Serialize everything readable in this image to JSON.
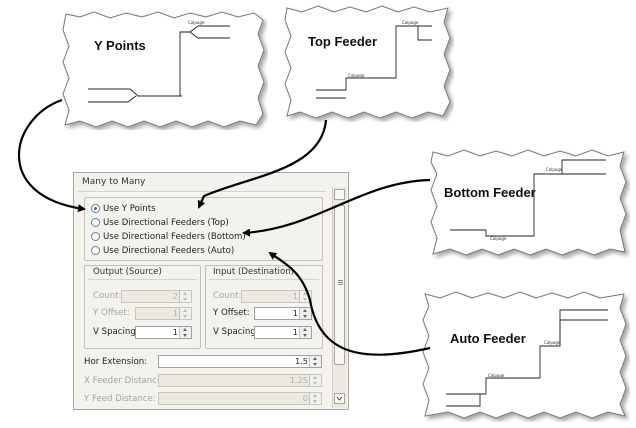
{
  "callouts": {
    "y_points": {
      "title": "Y Points",
      "caption": "Calpage"
    },
    "top_feeder": {
      "title": "Top Feeder",
      "caption_upper": "Calpage",
      "caption_lower": "Calpage"
    },
    "bottom_feeder": {
      "title": "Bottom Feeder",
      "caption_upper": "Calpage",
      "caption_lower": "Calpage"
    },
    "auto_feeder": {
      "title": "Auto Feeder",
      "caption_upper": "Calpage",
      "caption_lower": "Calpage"
    }
  },
  "panel": {
    "title": "Many to Many",
    "radios": [
      {
        "label": "Use Y Points",
        "checked": true
      },
      {
        "label": "Use Directional Feeders (Top)",
        "checked": false
      },
      {
        "label": "Use Directional Feeders (Bottom)",
        "checked": false
      },
      {
        "label": "Use Directional Feeders (Auto)",
        "checked": false
      }
    ],
    "output": {
      "title": "Output (Source)",
      "count_label": "Count:",
      "count_value": "2",
      "yoffset_label": "Y Offset:",
      "yoffset_value": "1",
      "vspacing_label": "V Spacing:",
      "vspacing_value": "1"
    },
    "input": {
      "title": "Input (Destination)",
      "count_label": "Count:",
      "count_value": "1",
      "yoffset_label": "Y Offset:",
      "yoffset_value": "1",
      "vspacing_label": "V Spacing:",
      "vspacing_value": "1"
    },
    "hor_extension_label": "Hor Extension:",
    "hor_extension_value": "1.5",
    "x_feeder_label": "X Feeder Distance:",
    "x_feeder_value": "1.25",
    "y_feed_label": "Y Feed Distance:",
    "y_feed_value": "0"
  },
  "colors": {
    "panel_bg": "#f4f2ec",
    "radio_dot": "#2f6ec8",
    "arrow": "#000000"
  }
}
